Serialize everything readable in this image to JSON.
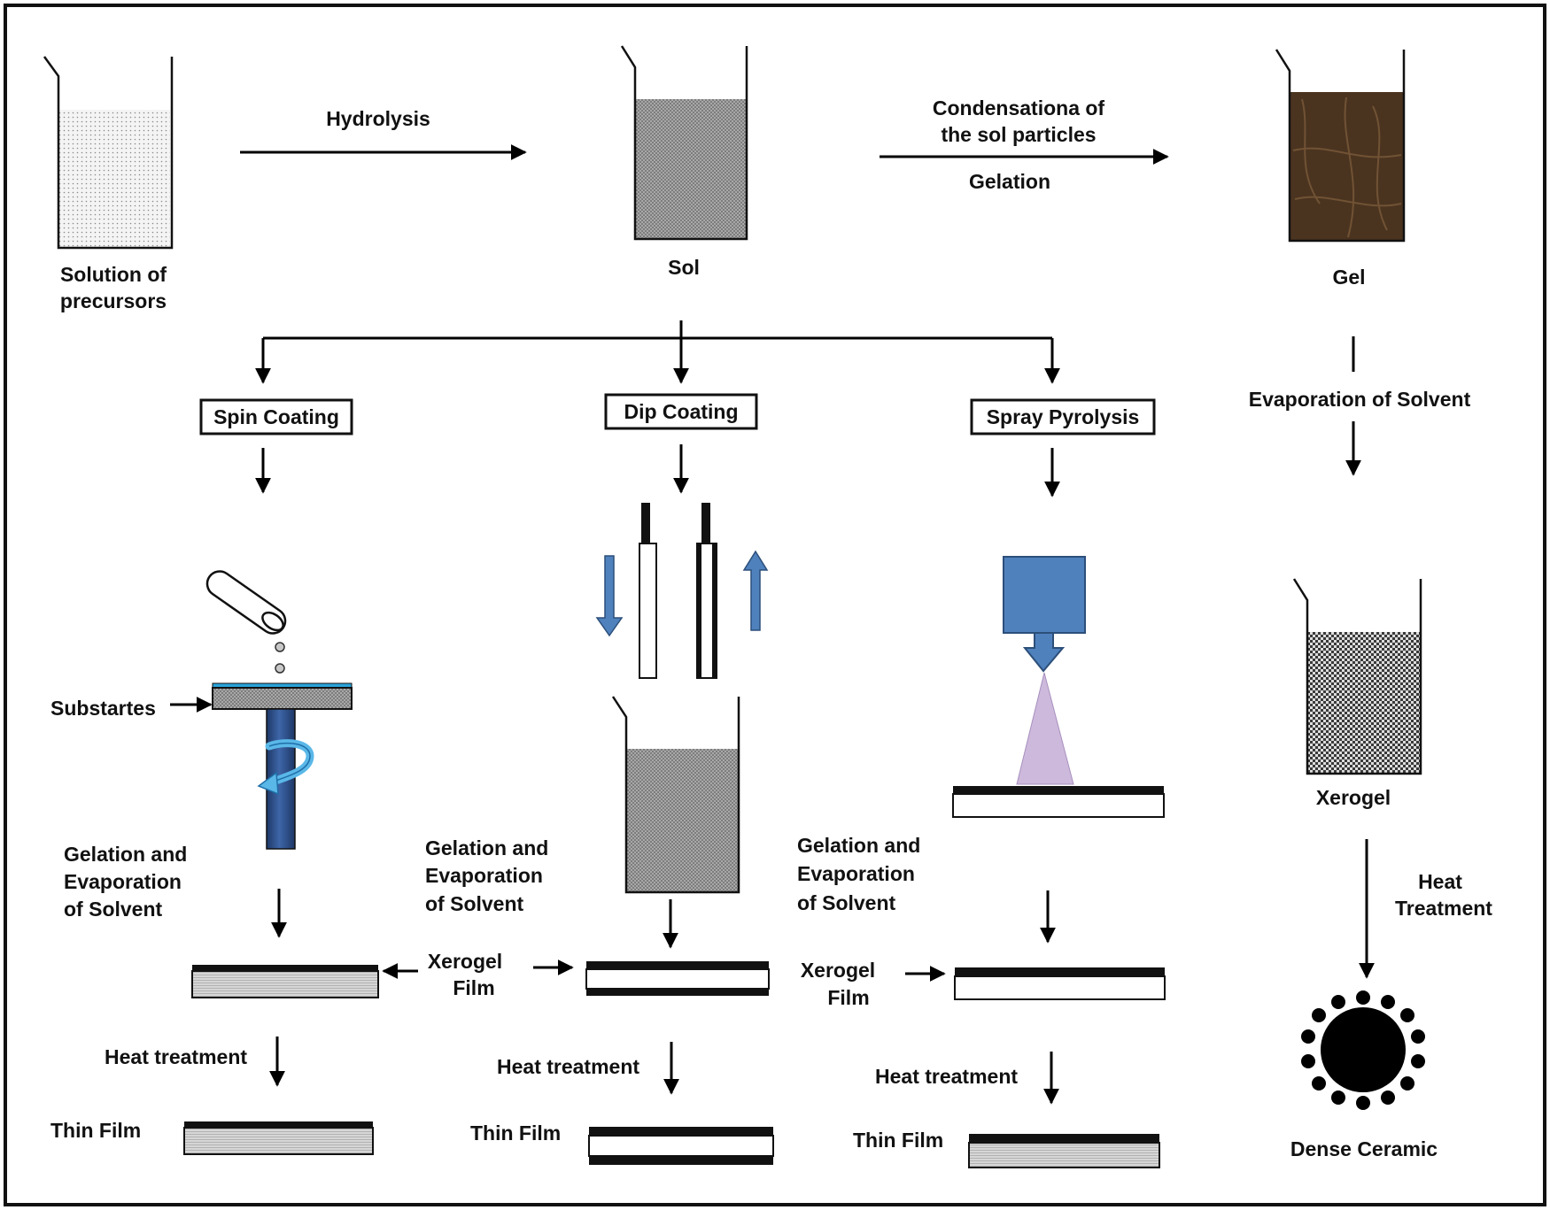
{
  "colors": {
    "accent_blue": "#4f81bd",
    "dark_blue": "#1f3f73",
    "cone_lavender": "#cdb9dc",
    "gel_brown": "#4a3420",
    "substrate_cyan": "#2aa3d9"
  },
  "top_row": {
    "solution_label_1": "Solution of",
    "solution_label_2": "precursors",
    "hydrolysis": "Hydrolysis",
    "sol_label": "Sol",
    "condensation_1": "Condensationa of",
    "condensation_2": "the sol particles",
    "gelation": "Gelation",
    "gel_label": "Gel"
  },
  "methods": {
    "spin": "Spin Coating",
    "dip": "Dip Coating",
    "spray": "Spray Pyrolysis"
  },
  "gel_branch": {
    "evaporation": "Evaporation of Solvent",
    "xerogel": "Xerogel",
    "heat_1": "Heat",
    "heat_2": "Treatment",
    "dense_ceramic": "Dense Ceramic"
  },
  "spin_branch": {
    "substrates": "Substartes",
    "gelation_1": "Gelation and",
    "gelation_2": "Evaporation",
    "gelation_3": "of Solvent",
    "heat": "Heat treatment",
    "thin_film": "Thin Film"
  },
  "dip_branch": {
    "gelation_1": "Gelation and",
    "gelation_2": "Evaporation",
    "gelation_3": "of Solvent",
    "xerogel_1": "Xerogel",
    "xerogel_2": "Film",
    "heat": "Heat treatment",
    "thin_film": "Thin Film"
  },
  "spray_branch": {
    "gelation_1": "Gelation and",
    "gelation_2": "Evaporation",
    "gelation_3": "of Solvent",
    "xerogel_1": "Xerogel",
    "xerogel_2": "Film",
    "heat": "Heat treatment",
    "thin_film": "Thin Film"
  }
}
